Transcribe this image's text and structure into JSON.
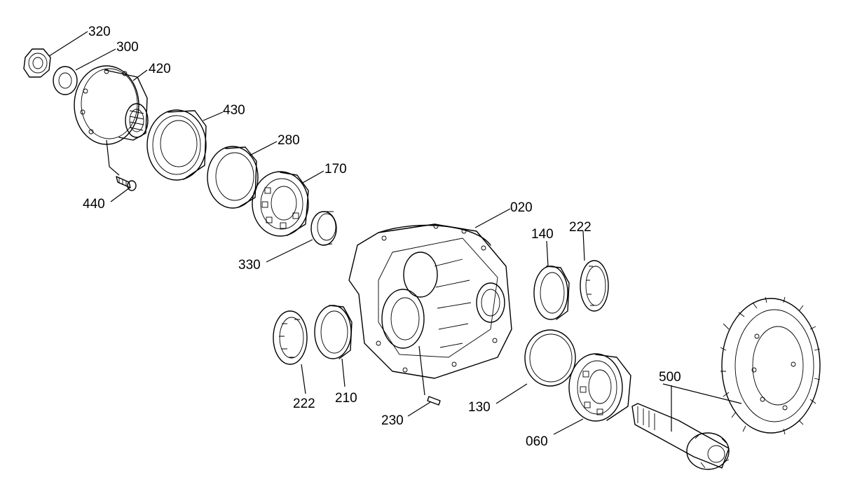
{
  "callouts": [
    {
      "id": "320",
      "text": "320"
    },
    {
      "id": "300",
      "text": "300"
    },
    {
      "id": "420",
      "text": "420"
    },
    {
      "id": "430",
      "text": "430"
    },
    {
      "id": "280",
      "text": "280"
    },
    {
      "id": "170",
      "text": "170"
    },
    {
      "id": "440",
      "text": "440"
    },
    {
      "id": "330",
      "text": "330"
    },
    {
      "id": "020",
      "text": "020"
    },
    {
      "id": "140",
      "text": "140"
    },
    {
      "id": "222a",
      "text": "222"
    },
    {
      "id": "222b",
      "text": "222"
    },
    {
      "id": "210",
      "text": "210"
    },
    {
      "id": "230",
      "text": "230"
    },
    {
      "id": "130",
      "text": "130"
    },
    {
      "id": "060",
      "text": "060"
    },
    {
      "id": "500",
      "text": "500"
    }
  ]
}
